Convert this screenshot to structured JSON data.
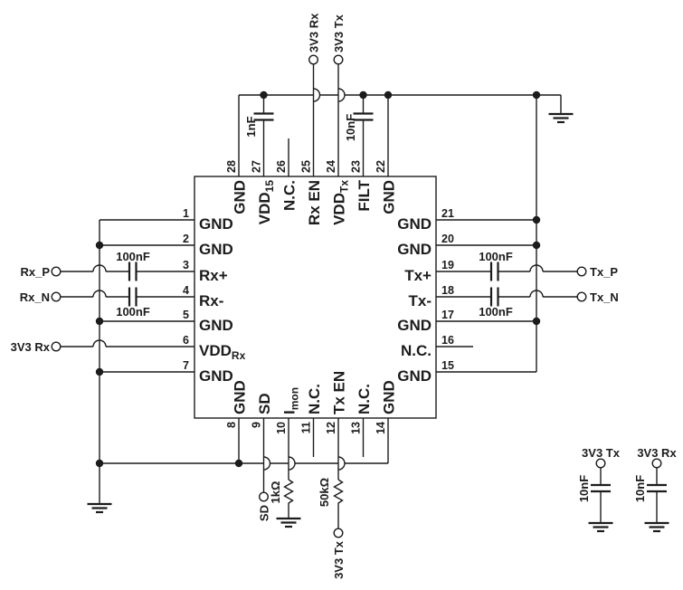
{
  "schematic": {
    "colors": {
      "line": "#1c1c1c",
      "background": "#ffffff"
    },
    "ic": {
      "pins_top": [
        {
          "num": "28",
          "label": "GND"
        },
        {
          "num": "27",
          "label": "VDD",
          "sub": "15"
        },
        {
          "num": "26",
          "label": "N.C."
        },
        {
          "num": "25",
          "label": "Rx EN"
        },
        {
          "num": "24",
          "label": "VDD",
          "sub": "Tx"
        },
        {
          "num": "23",
          "label": "FILT"
        },
        {
          "num": "22",
          "label": "GND"
        }
      ],
      "pins_left": [
        {
          "num": "1",
          "label": "GND"
        },
        {
          "num": "2",
          "label": "GND"
        },
        {
          "num": "3",
          "label": "Rx+"
        },
        {
          "num": "4",
          "label": "Rx-"
        },
        {
          "num": "5",
          "label": "GND"
        },
        {
          "num": "6",
          "label": "VDD",
          "sub": "Rx"
        },
        {
          "num": "7",
          "label": "GND"
        }
      ],
      "pins_right": [
        {
          "num": "21",
          "label": "GND"
        },
        {
          "num": "20",
          "label": "GND"
        },
        {
          "num": "19",
          "label": "Tx+"
        },
        {
          "num": "18",
          "label": "Tx-"
        },
        {
          "num": "17",
          "label": "GND"
        },
        {
          "num": "16",
          "label": "N.C."
        },
        {
          "num": "15",
          "label": "GND"
        }
      ],
      "pins_bottom": [
        {
          "num": "8",
          "label": "GND"
        },
        {
          "num": "9",
          "label": "SD"
        },
        {
          "num": "10",
          "label": "I",
          "sub": "mon"
        },
        {
          "num": "11",
          "label": "N.C."
        },
        {
          "num": "12",
          "label": "Tx EN"
        },
        {
          "num": "13",
          "label": "N.C."
        },
        {
          "num": "14",
          "label": "GND"
        }
      ]
    },
    "capacitors": [
      {
        "value": "1nF"
      },
      {
        "value": "10nF"
      },
      {
        "value": "100nF"
      },
      {
        "value": "100nF"
      },
      {
        "value": "100nF"
      },
      {
        "value": "100nF"
      },
      {
        "value": "10nF"
      },
      {
        "value": "10nF"
      }
    ],
    "resistors": [
      {
        "value": "1kΩ"
      },
      {
        "value": "50kΩ"
      }
    ],
    "terminals": [
      {
        "label": "3V3 Rx"
      },
      {
        "label": "3V3 Tx"
      },
      {
        "label": "Rx_P"
      },
      {
        "label": "Rx_N"
      },
      {
        "label": "3V3 Rx"
      },
      {
        "label": "Tx_P"
      },
      {
        "label": "Tx_N"
      },
      {
        "label": "SD"
      },
      {
        "label": "3V3 Tx"
      },
      {
        "label": "3V3 Tx"
      },
      {
        "label": "3V3 Rx"
      }
    ]
  }
}
